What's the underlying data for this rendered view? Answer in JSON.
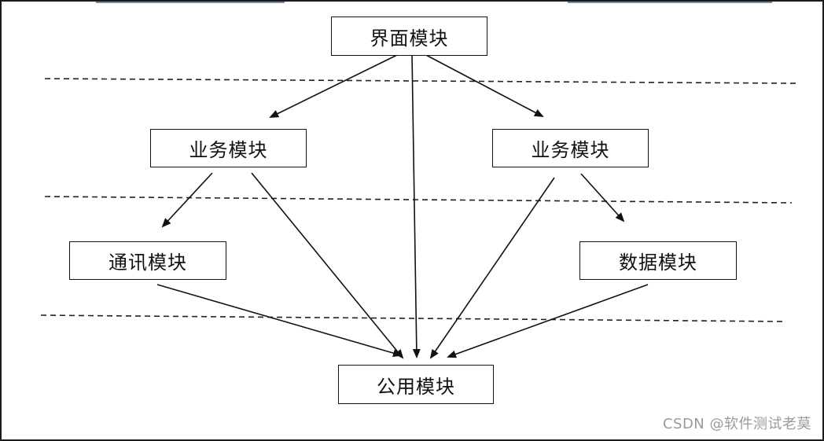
{
  "nodes": {
    "ui": "界面模块",
    "business_left": "业务模块",
    "business_right": "业务模块",
    "comm": "通讯模块",
    "data": "数据模块",
    "common": "公用模块"
  },
  "watermark": "CSDN @软件测试老莫",
  "colors": {
    "line": "#111111",
    "background": "#ffffff",
    "watermark": "#9a9a9a"
  }
}
